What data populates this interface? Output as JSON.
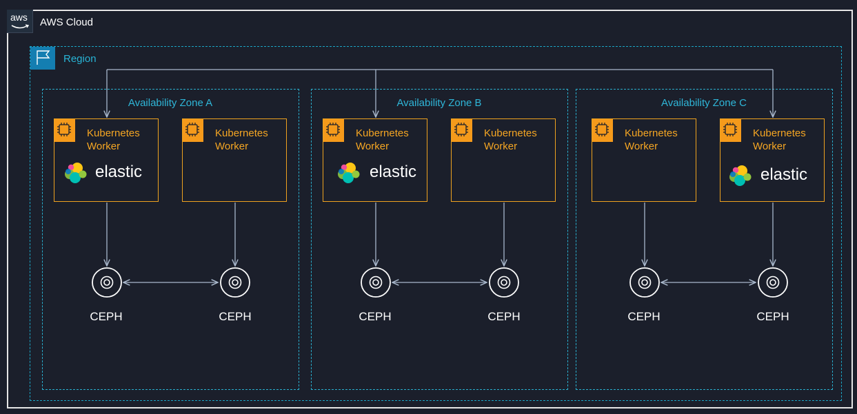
{
  "cloud": {
    "title": "AWS Cloud",
    "badge_text": "aws"
  },
  "region": {
    "title": "Region"
  },
  "colors": {
    "background": "#1b1f2b",
    "region_accent": "#1ba7c7",
    "worker_accent": "#f59a1b",
    "connector": "#a9b8cc"
  },
  "zones": [
    {
      "title": "Availability Zone A",
      "workers": [
        {
          "label": "Kubernetes Worker",
          "line1": "Kubernetes",
          "line2": "Worker",
          "logo": "elastic"
        },
        {
          "label": "Kubernetes Worker",
          "line1": "Kubernetes",
          "line2": "Worker",
          "logo": ""
        }
      ],
      "storage": [
        {
          "label": "CEPH"
        },
        {
          "label": "CEPH"
        }
      ]
    },
    {
      "title": "Availability Zone B",
      "workers": [
        {
          "label": "Kubernetes Worker",
          "line1": "Kubernetes",
          "line2": "Worker",
          "logo": "elastic"
        },
        {
          "label": "Kubernetes Worker",
          "line1": "Kubernetes",
          "line2": "Worker",
          "logo": ""
        }
      ],
      "storage": [
        {
          "label": "CEPH"
        },
        {
          "label": "CEPH"
        }
      ]
    },
    {
      "title": "Availability Zone C",
      "workers": [
        {
          "label": "Kubernetes Worker",
          "line1": "Kubernetes",
          "line2": "Worker",
          "logo": ""
        },
        {
          "label": "Kubernetes Worker",
          "line1": "Kubernetes",
          "line2": "Worker",
          "logo": "elastic"
        }
      ],
      "storage": [
        {
          "label": "CEPH"
        },
        {
          "label": "CEPH"
        }
      ]
    }
  ],
  "logo": {
    "wordmark": "elastic"
  },
  "icons": {
    "cloud_badge": "aws-logo-icon",
    "region_badge": "flag-icon",
    "worker_badge": "chip-icon",
    "storage": "ceph-disk-icon",
    "logo": "elastic-logo-icon"
  }
}
